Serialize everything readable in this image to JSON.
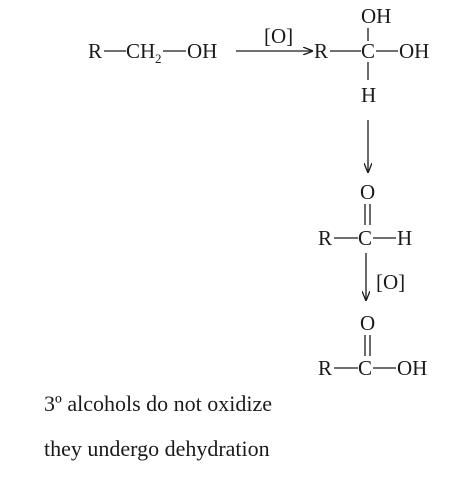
{
  "reactant": {
    "r": "R",
    "ch": "CH",
    "sub": "2",
    "oh": "OH"
  },
  "step1_reagent": "[O]",
  "gem_diol": {
    "top_oh": "OH",
    "r": "R",
    "c": "C",
    "right_oh": "OH",
    "bottom_h": "H"
  },
  "aldehyde": {
    "o": "O",
    "r": "R",
    "c": "C",
    "h": "H"
  },
  "step3_reagent": "[O]",
  "acid": {
    "o": "O",
    "r": "R",
    "c": "C",
    "oh": "OH"
  },
  "notes": {
    "line1": "3º alcohols do not oxidize",
    "line2": "they undergo dehydration"
  }
}
